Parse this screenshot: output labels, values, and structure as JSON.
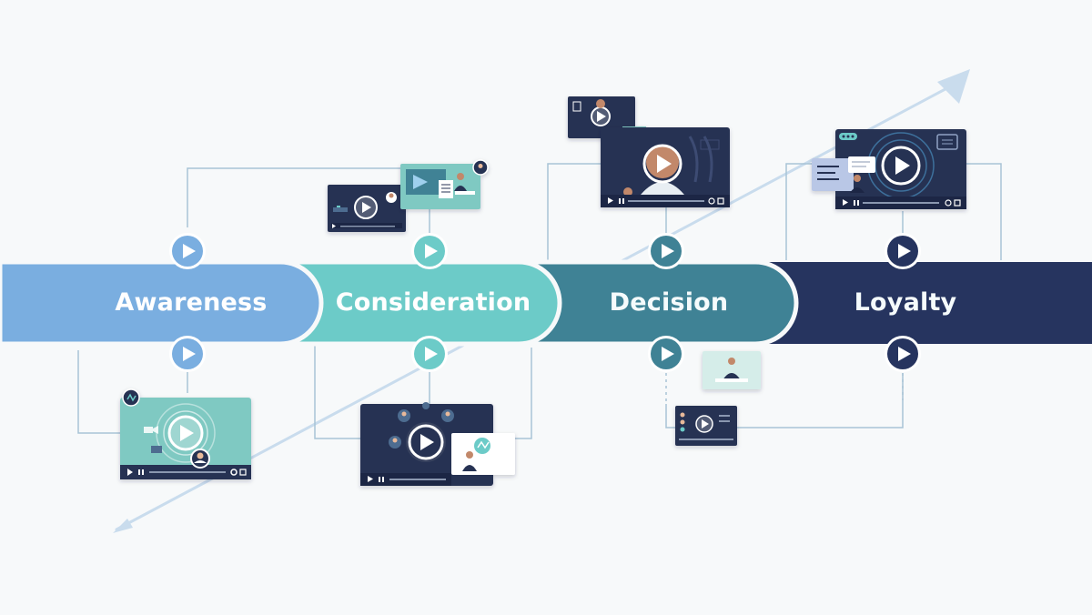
{
  "stages": [
    {
      "label": "Awareness",
      "color": "#7aaee0"
    },
    {
      "label": "Consideration",
      "color": "#6ccbc8"
    },
    {
      "label": "Decision",
      "color": "#3f8295"
    },
    {
      "label": "Loyalty",
      "color": "#26345f"
    }
  ],
  "colors": {
    "background": "#f7f9fa",
    "connector": "#a8c4d6",
    "trend_arrow": "#c9dced",
    "video_panel": "#273352",
    "video_panel_light": "#7fc9c2",
    "play_button_light": "#ffffff"
  },
  "icons": [
    "play-icon",
    "settings-icon",
    "fullscreen-icon",
    "person-icon",
    "chat-icon",
    "mail-icon",
    "trend-arrow-icon"
  ]
}
